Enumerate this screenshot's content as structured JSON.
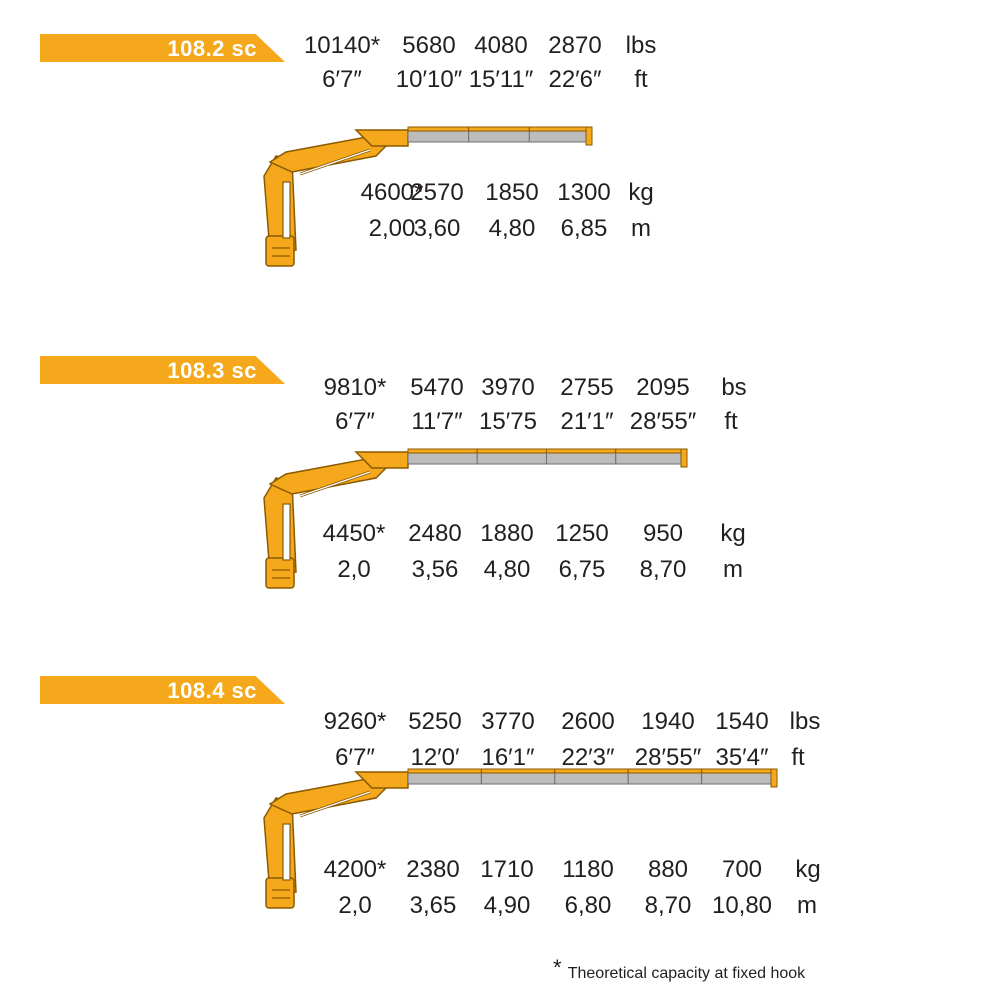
{
  "colors": {
    "accent": "#f5a81c",
    "steel": "#bcbcbc",
    "outline": "#8a5a00",
    "text": "#231f20"
  },
  "models": [
    {
      "name": "108.2 sc",
      "rows": [
        {
          "unit": "lbs",
          "values": [
            "10140*",
            "5680",
            "4080",
            "2870"
          ]
        },
        {
          "unit": "ft",
          "values": [
            "6′7″",
            "10′10″",
            "15′11″",
            "22′6″"
          ]
        },
        {
          "unit": "kg",
          "values": [
            "4600*",
            "2570",
            "1850",
            "1300"
          ]
        },
        {
          "unit": "m",
          "values": [
            "2,00",
            "3,60",
            "4,80",
            "6,85"
          ]
        }
      ]
    },
    {
      "name": "108.3 sc",
      "rows": [
        {
          "unit": "bs",
          "values": [
            "9810*",
            "5470",
            "3970",
            "2755",
            "2095"
          ]
        },
        {
          "unit": "ft",
          "values": [
            "6′7″",
            "11′7″",
            "15′75",
            "21′1″",
            "28′55″"
          ]
        },
        {
          "unit": "kg",
          "values": [
            "4450*",
            "2480",
            "1880",
            "1250",
            "950"
          ]
        },
        {
          "unit": "m",
          "values": [
            "2,0",
            "3,56",
            "4,80",
            "6,75",
            "8,70"
          ]
        }
      ]
    },
    {
      "name": "108.4 sc",
      "rows": [
        {
          "unit": "lbs",
          "values": [
            "9260*",
            "5250",
            "3770",
            "2600",
            "1940",
            "1540"
          ]
        },
        {
          "unit": "ft",
          "values": [
            "6′7″",
            "12′0′",
            "16′1″",
            "22′3″",
            "28′55″",
            "35′4″"
          ]
        },
        {
          "unit": "kg",
          "values": [
            "4200*",
            "2380",
            "1710",
            "1180",
            "880",
            "700"
          ]
        },
        {
          "unit": "m",
          "values": [
            "2,0",
            "3,65",
            "4,90",
            "6,80",
            "8,70",
            "10,80"
          ]
        }
      ]
    }
  ],
  "footnote": {
    "symbol": "*",
    "text": "Theoretical capacity at fixed hook"
  }
}
